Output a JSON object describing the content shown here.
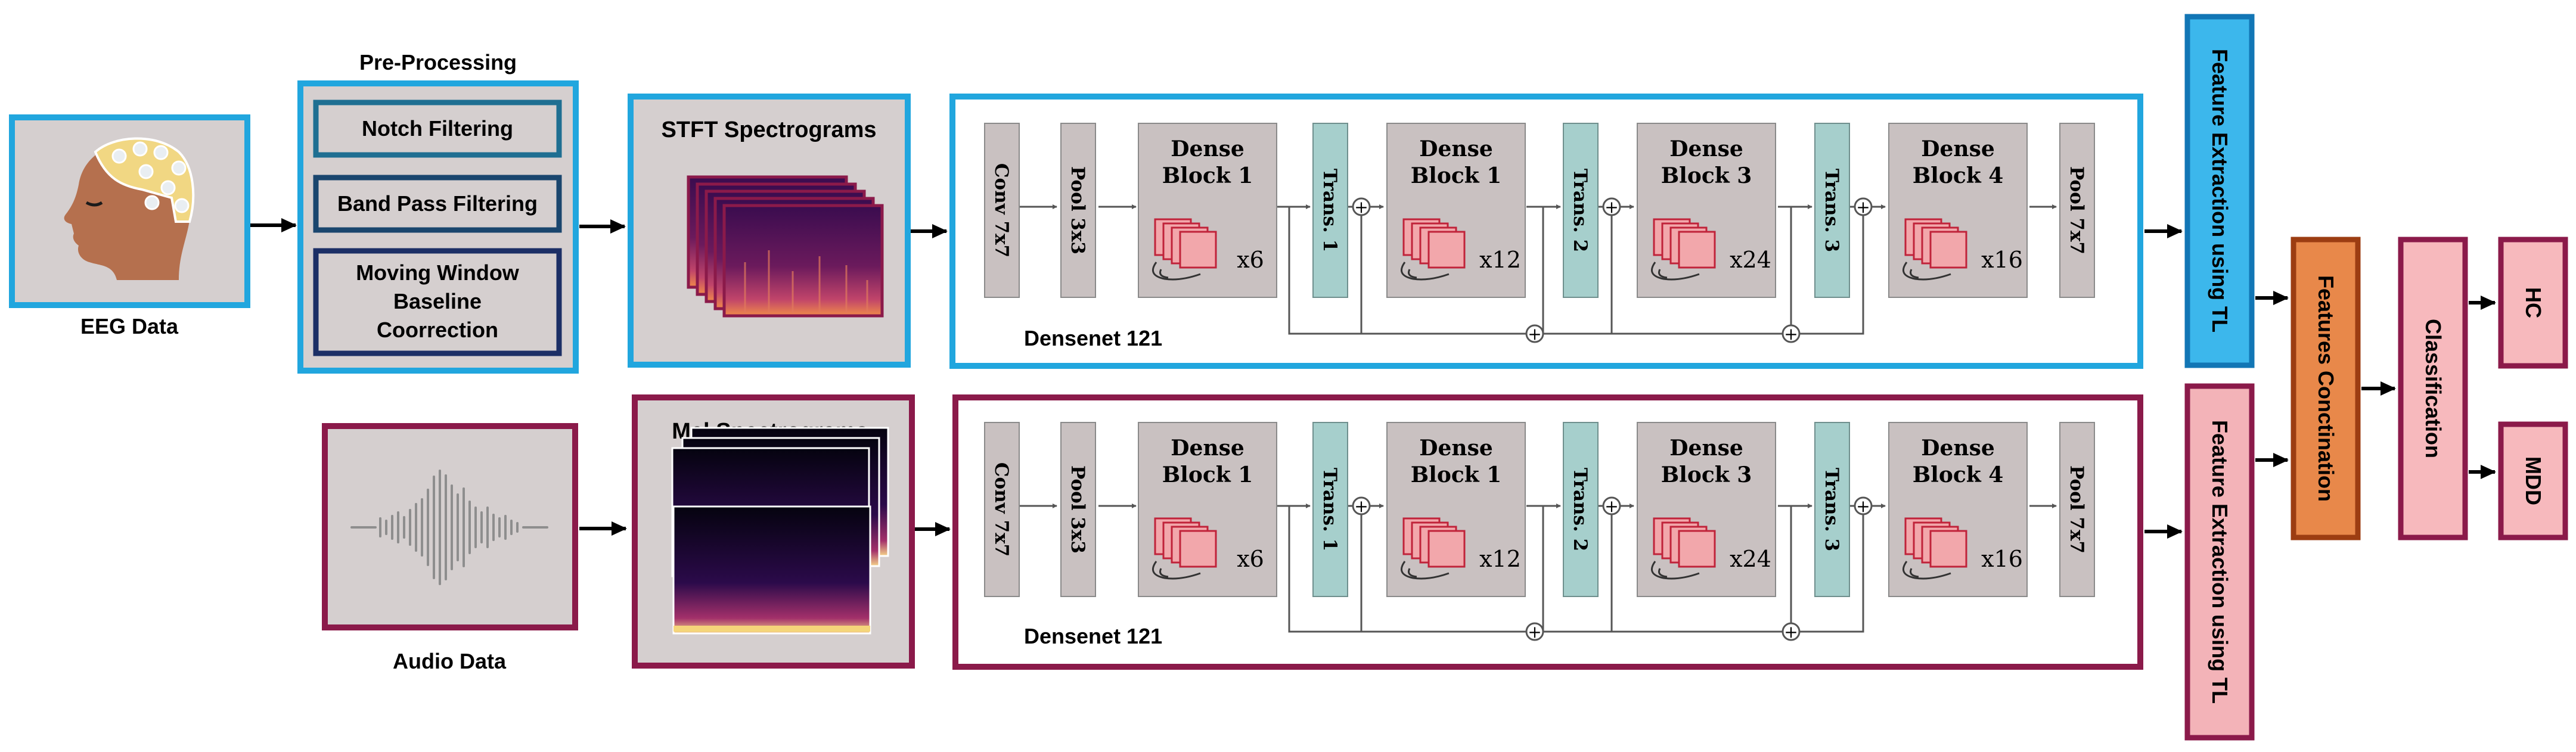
{
  "colors": {
    "eeg_blue": "#21a6de",
    "audio_maroon": "#8b1a4a",
    "panel_grey": "#d5cfcf",
    "layer_grey": "#c9c1c1",
    "trans_teal": "#a6cfcc",
    "concat_orange": "#e8884a",
    "class_pink": "#f7b9bd",
    "fe_blue": "#3cb7ec",
    "fe_pink": "#f3b3b8"
  },
  "eeg": {
    "caption": "EEG Data"
  },
  "preprocessing": {
    "title": "Pre-Processing",
    "steps": [
      "Notch Filtering",
      "Band Pass Filtering",
      "Moving Window",
      "Baseline",
      "Coorrection"
    ]
  },
  "stft": {
    "title": "STFT Spectrograms"
  },
  "mel": {
    "title": "Mel Spectrograms"
  },
  "audio": {
    "caption": "Audio Data"
  },
  "densenet": {
    "caption": "Densenet 121",
    "conv": "Conv 7x7",
    "pool_first": "Pool 3x3",
    "pool_last": "Pool 7x7",
    "dense_word": "Dense",
    "block_labels": [
      "Block 1",
      "Block 1",
      "Block 3",
      "Block 4"
    ],
    "multipliers": [
      "x6",
      "x12",
      "x24",
      "x16"
    ],
    "trans_labels": [
      "Trans. 1",
      "Trans. 2",
      "Trans. 3"
    ],
    "plus": "+"
  },
  "feature_extraction": {
    "eeg_label": "Feature Extraction using TL",
    "audio_label": "Feature Extraction using TL"
  },
  "fusion": {
    "label": "Features Conctination"
  },
  "classification": {
    "label": "Classification"
  },
  "outputs": {
    "hc": "HC",
    "mdd": "MDD"
  },
  "icons": [
    "head-eeg-cap-icon",
    "sound-wave-icon",
    "spectrogram-stack-icon",
    "dense-layer-stack-icon"
  ]
}
